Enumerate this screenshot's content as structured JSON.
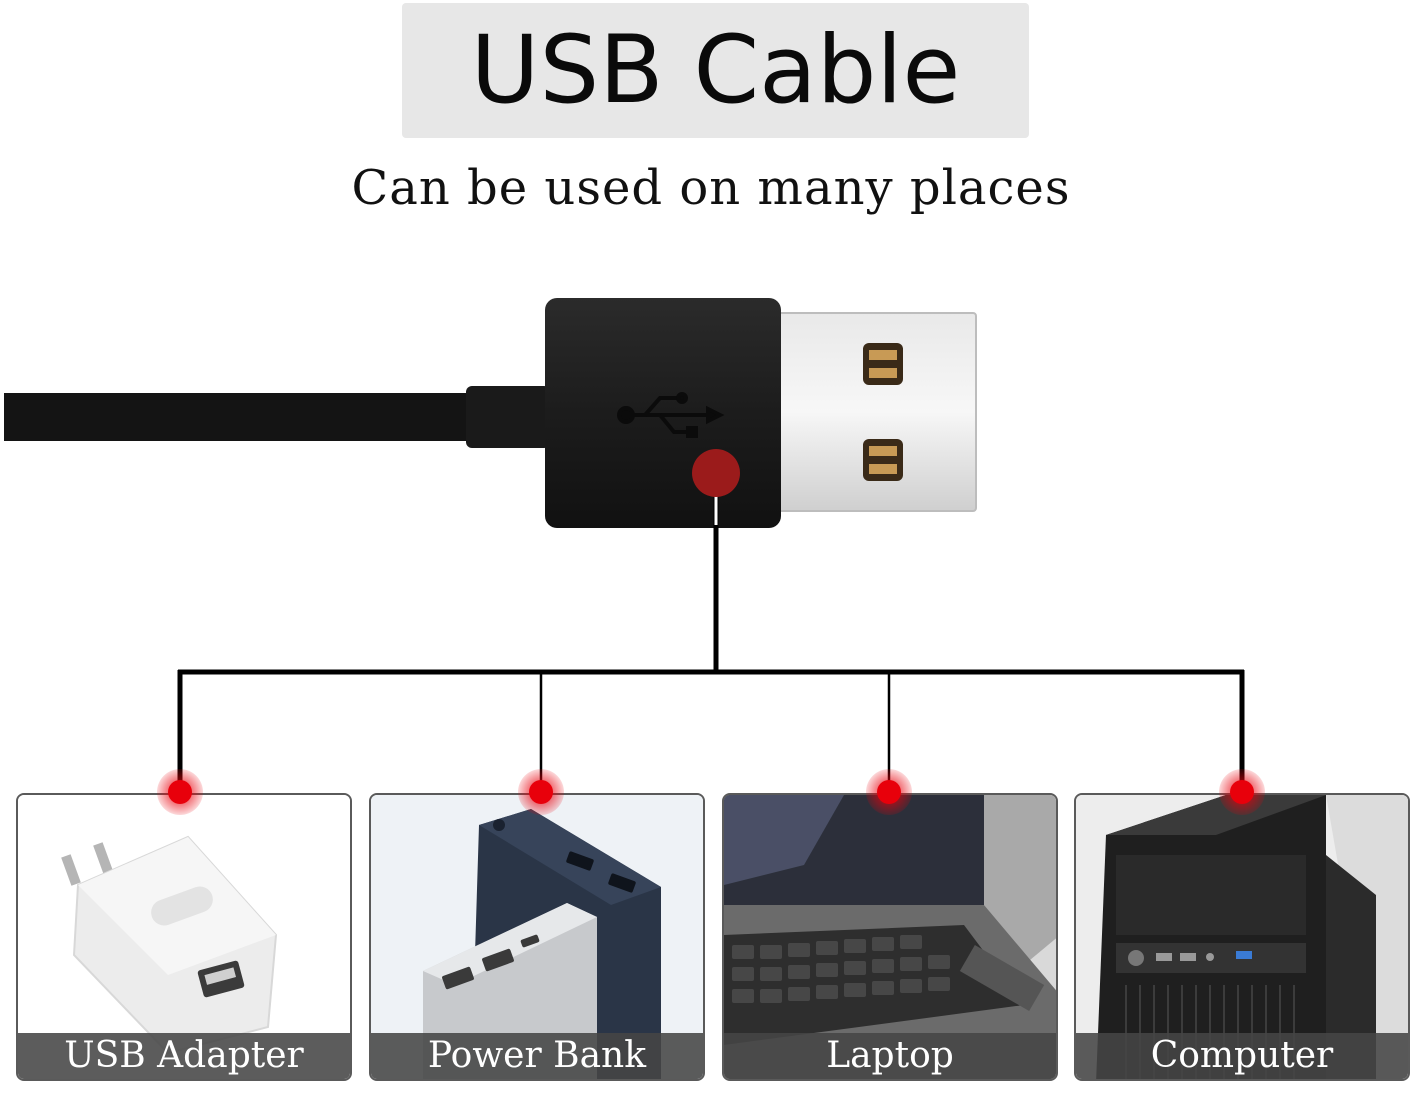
{
  "header": {
    "title": "USB Cable",
    "subtitle": "Can be used on many places"
  },
  "devices": [
    {
      "label": "USB Adapter"
    },
    {
      "label": "Power Bank"
    },
    {
      "label": "Laptop"
    },
    {
      "label": "Computer"
    }
  ],
  "colors": {
    "marker": "#e8000b",
    "connector_line": "#000000",
    "title_box": "#e7e7e7",
    "label_band": "#464646"
  }
}
